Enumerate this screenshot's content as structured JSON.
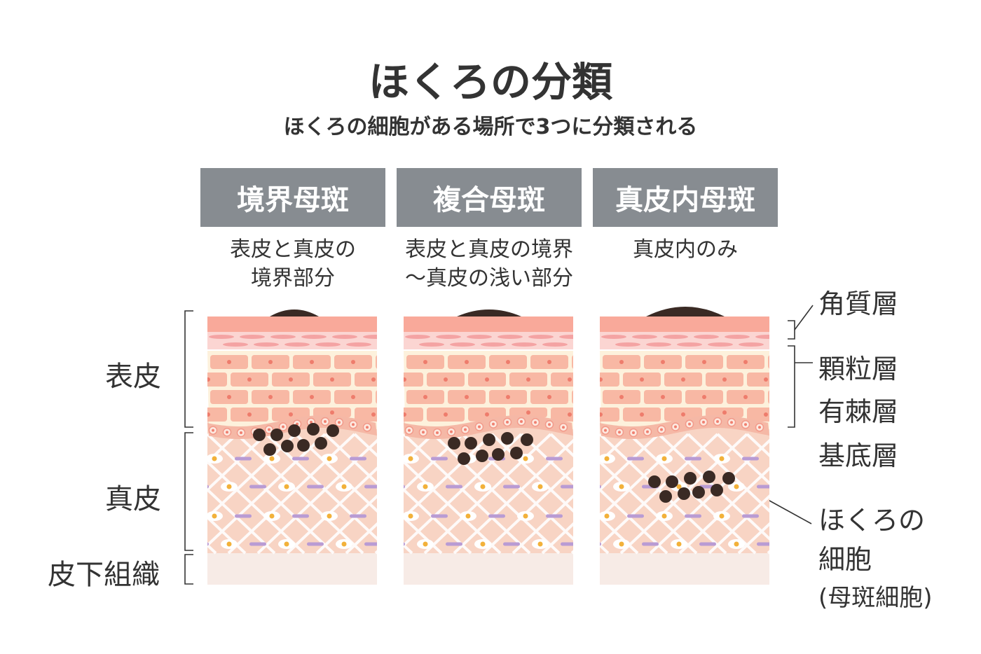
{
  "title": "ほくろの分類",
  "subtitle": "ほくろの細胞がある場所で3つに分類される",
  "columns": [
    {
      "header": "境界母斑",
      "desc_line1": "表皮と真皮の",
      "desc_line2": "境界部分"
    },
    {
      "header": "複合母斑",
      "desc_line1": "表皮と真皮の境界",
      "desc_line2": "〜真皮の浅い部分"
    },
    {
      "header": "真皮内母斑",
      "desc_line1": "真皮内のみ",
      "desc_line2": ""
    }
  ],
  "left_labels": {
    "epidermis": "表皮",
    "dermis": "真皮",
    "subcutaneous": "皮下組織"
  },
  "right_labels": {
    "stratum_corneum": "角質層",
    "stratum_granulosum": "顆粒層",
    "stratum_spinosum": "有棘層",
    "stratum_basale": "基底層",
    "mole_cell_line1": "ほくろの",
    "mole_cell_line2": "細胞",
    "mole_cell_line3": "(母斑細胞)"
  },
  "colors": {
    "header_bg": "#878c91",
    "stratum_corneum": "#f9a99a",
    "granular_layer": "#fbd5d2",
    "cell_fill": "#f8b8a4",
    "spinous_bg": "#fdf1dc",
    "basal_layer": "#f5b8a6",
    "dermis": "#f8d4c4",
    "subcutaneous": "#f7ebe6",
    "mole": "#3a2a24",
    "fibroblast": "#b99bd4",
    "dermal_cell_nucleus": "#f2b13a"
  }
}
